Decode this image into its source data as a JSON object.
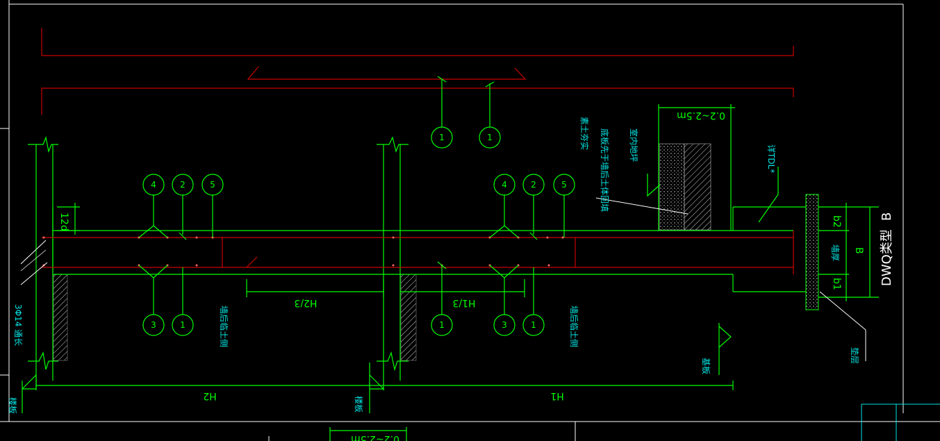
{
  "labels": {
    "hatch_3phi14": "3Φ14 通长",
    "dim_12d": "12d",
    "dim_h2": "H2",
    "dim_h1": "H1",
    "dim_h2_3": "H2/3",
    "dim_h1_3": "H1/3",
    "wall_later_left": "墙后临土侧",
    "wall_later_right": "墙后临土侧",
    "floor_left": "楼板",
    "floor_mid": "楼板",
    "base_plate": "基板",
    "dim_0225_top": "0.2~2.5m",
    "dim_0225_bottom": "0.2~2.5m",
    "plain_soil": "素土夯实",
    "soil_note": "底板先于墙后土体回填",
    "indoor_ground": "室内地坪",
    "detail_tdl": "详TDL*",
    "wall_thick": "墙厚",
    "dim_b": "B",
    "dim_b1": "b1",
    "dim_b2": "b2",
    "dwq_type": "DWQ类型",
    "type_b": "B",
    "insulation": "垫层"
  },
  "bubbles": {
    "top_1a": "1",
    "top_1b": "1",
    "left_4": "4",
    "left_2": "2",
    "left_5": "5",
    "right_4": "4",
    "right_2": "2",
    "right_5": "5",
    "left_3": "3",
    "left_1": "1",
    "mid_1": "1",
    "right_3": "3",
    "right_1": "1"
  },
  "colors": {
    "line_green": "#00ff00",
    "line_red": "#cc0000",
    "text_cyan": "#00e5e5",
    "frame_white": "#ffffff",
    "background": "#000000"
  }
}
